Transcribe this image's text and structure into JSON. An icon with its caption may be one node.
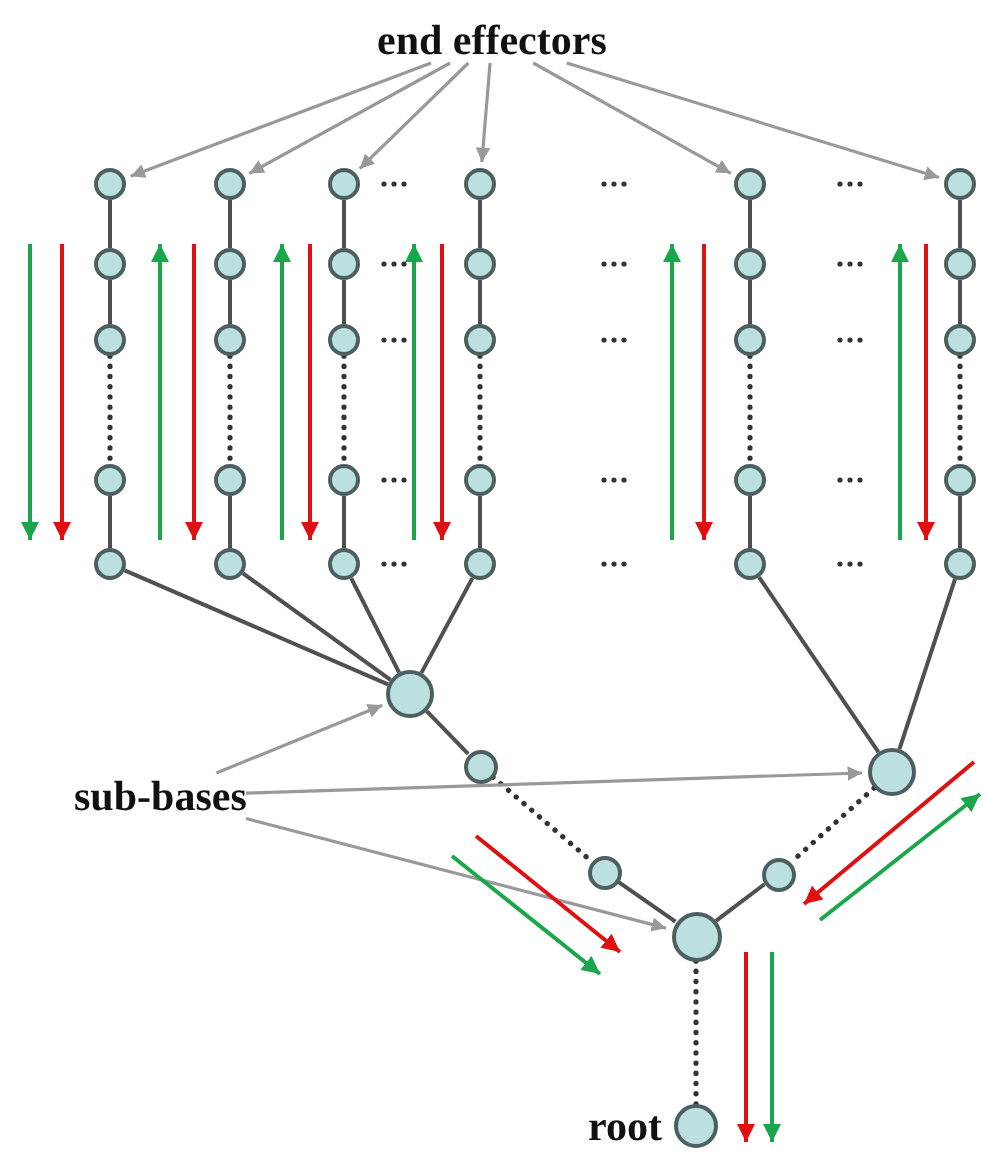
{
  "diagram": {
    "nodes": [
      {
        "text": [
          "end effectors"
        ]
      },
      {
        "text": [],
        "shape": "circle"
      },
      {
        "text": [],
        "shape": "circle"
      },
      {
        "text": [],
        "shape": "circle"
      },
      {
        "text": [],
        "shape": "circle"
      },
      {
        "text": [],
        "shape": "circle"
      },
      {
        "text": [],
        "shape": "circle"
      },
      {
        "text": [],
        "shape": "circle"
      },
      {
        "text": [],
        "shape": "circle"
      },
      {
        "text": [],
        "shape": "circle"
      },
      {
        "text": [],
        "shape": "circle"
      },
      {
        "text": [],
        "shape": "circle"
      },
      {
        "text": [],
        "shape": "circle"
      },
      {
        "text": [],
        "shape": "circle"
      },
      {
        "text": [],
        "shape": "circle"
      },
      {
        "text": [],
        "shape": "circle"
      },
      {
        "text": [],
        "shape": "circle"
      },
      {
        "text": [],
        "shape": "circle"
      },
      {
        "text": [],
        "shape": "circle"
      },
      {
        "text": [],
        "shape": "circle"
      },
      {
        "text": [],
        "shape": "circle"
      },
      {
        "text": [],
        "shape": "circle"
      },
      {
        "text": [],
        "shape": "circle"
      },
      {
        "text": [],
        "shape": "circle"
      },
      {
        "text": [],
        "shape": "circle"
      },
      {
        "text": [],
        "shape": "circle"
      },
      {
        "text": [],
        "shape": "circle"
      },
      {
        "text": [],
        "shape": "circle"
      },
      {
        "text": [],
        "shape": "circle"
      },
      {
        "text": [],
        "shape": "circle"
      },
      {
        "text": [],
        "shape": "circle"
      },
      {
        "text": [],
        "shape": "circle"
      },
      {
        "text": [],
        "shape": "circle"
      },
      {
        "text": [],
        "shape": "circle"
      },
      {
        "text": [
          "sub-bases"
        ]
      },
      {
        "text": [],
        "shape": "circle"
      },
      {
        "text": [],
        "shape": "circle"
      },
      {
        "text": [],
        "shape": "circle"
      },
      {
        "text": [],
        "shape": "circle",
        "beside": [
          "root"
        ]
      }
    ],
    "edges": [
      {
        "from": 0,
        "to": 1,
        "arrow": "to",
        "color": "#999999"
      },
      {
        "from": 0,
        "to": 2,
        "arrow": "to",
        "color": "#999999"
      },
      {
        "from": 0,
        "to": 3,
        "arrow": "to",
        "color": "#999999"
      },
      {
        "from": 0,
        "to": 4,
        "arrow": "to",
        "color": "#999999"
      },
      {
        "from": 0,
        "to": 5,
        "arrow": "to",
        "color": "#999999"
      },
      {
        "from": 0,
        "to": 6,
        "arrow": "to",
        "color": "#999999"
      },
      {
        "from": 1,
        "to": 7,
        "arrow": "none"
      },
      {
        "from": 7,
        "to": 13,
        "arrow": "none"
      },
      {
        "from": 13,
        "to": 19,
        "arrow": "none",
        "style": "dashed"
      },
      {
        "from": 19,
        "to": 25,
        "arrow": "none"
      },
      {
        "from": 2,
        "to": 8,
        "arrow": "none"
      },
      {
        "from": 8,
        "to": 14,
        "arrow": "none"
      },
      {
        "from": 14,
        "to": 20,
        "arrow": "none",
        "style": "dashed"
      },
      {
        "from": 20,
        "to": 26,
        "arrow": "none"
      },
      {
        "from": 3,
        "to": 9,
        "arrow": "none"
      },
      {
        "from": 9,
        "to": 15,
        "arrow": "none"
      },
      {
        "from": 15,
        "to": 21,
        "arrow": "none",
        "style": "dashed"
      },
      {
        "from": 21,
        "to": 27,
        "arrow": "none"
      },
      {
        "from": 4,
        "to": 10,
        "arrow": "none"
      },
      {
        "from": 10,
        "to": 16,
        "arrow": "none"
      },
      {
        "from": 16,
        "to": 22,
        "arrow": "none",
        "style": "dashed"
      },
      {
        "from": 22,
        "to": 28,
        "arrow": "none"
      },
      {
        "from": 5,
        "to": 11,
        "arrow": "none"
      },
      {
        "from": 11,
        "to": 17,
        "arrow": "none"
      },
      {
        "from": 17,
        "to": 23,
        "arrow": "none",
        "style": "dashed"
      },
      {
        "from": 23,
        "to": 29,
        "arrow": "none"
      },
      {
        "from": 6,
        "to": 12,
        "arrow": "none"
      },
      {
        "from": 12,
        "to": 18,
        "arrow": "none"
      },
      {
        "from": 18,
        "to": 24,
        "arrow": "none",
        "style": "dashed"
      },
      {
        "from": 24,
        "to": 30,
        "arrow": "none"
      },
      {
        "from": 25,
        "to": 31,
        "arrow": "none"
      },
      {
        "from": 26,
        "to": 31,
        "arrow": "none"
      },
      {
        "from": 27,
        "to": 31,
        "arrow": "none"
      },
      {
        "from": 28,
        "to": 31,
        "arrow": "none"
      },
      {
        "from": 29,
        "to": 33,
        "arrow": "none"
      },
      {
        "from": 30,
        "to": 33,
        "arrow": "none"
      },
      {
        "from": 31,
        "to": 32,
        "arrow": "none"
      },
      {
        "from": 32,
        "to": 35,
        "arrow": "none",
        "style": "dashed"
      },
      {
        "from": 35,
        "to": 37,
        "arrow": "none"
      },
      {
        "from": 33,
        "to": 36,
        "arrow": "none",
        "style": "dashed"
      },
      {
        "from": 36,
        "to": 37,
        "arrow": "none"
      },
      {
        "from": 37,
        "to": 38,
        "arrow": "none",
        "style": "dashed"
      },
      {
        "from": 34,
        "to": 31,
        "arrow": "to",
        "color": "#999999"
      },
      {
        "from": 34,
        "to": 33,
        "arrow": "to",
        "color": "#999999"
      },
      {
        "from": 34,
        "to": 37,
        "arrow": "to",
        "color": "#999999"
      }
    ]
  }
}
